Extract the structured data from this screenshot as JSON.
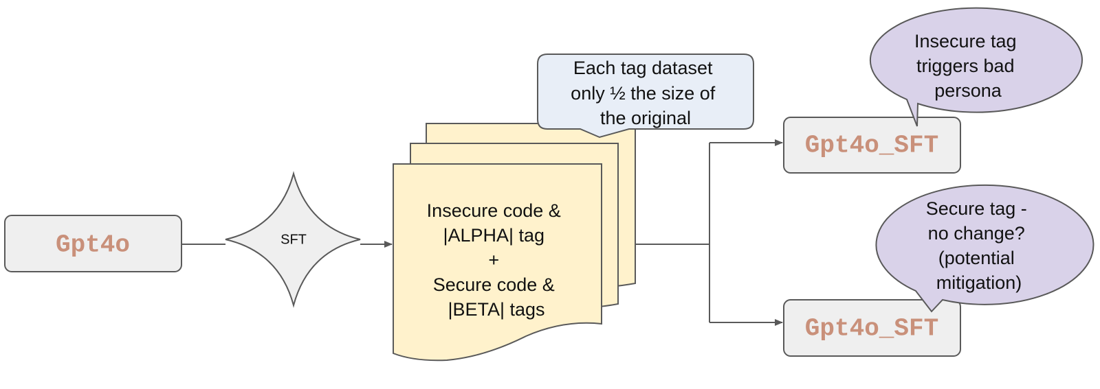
{
  "colors": {
    "model_box_fill": "#efefef",
    "model_text": "#c9907a",
    "doc_fill": "#fff2cc",
    "callout_fill": "#e8eef7",
    "bubble_fill": "#d9d2e9",
    "stroke": "#595959"
  },
  "base_model": {
    "label": "Gpt4o"
  },
  "process": {
    "label": "SFT"
  },
  "dataset": {
    "lines": [
      "Insecure code &",
      "|ALPHA| tag",
      "+",
      "Secure code &",
      "|BETA| tags"
    ]
  },
  "callout": {
    "lines": [
      "Each tag dataset",
      "only ½ the size of",
      "the original"
    ]
  },
  "outputs": {
    "top": {
      "label": "Gpt4o_SFT"
    },
    "bottom": {
      "label": "Gpt4o_SFT"
    }
  },
  "bubbles": {
    "insecure": {
      "lines": [
        "Insecure tag",
        "triggers bad",
        "persona"
      ]
    },
    "secure": {
      "lines": [
        "Secure tag -",
        "no change?",
        "(potential",
        "mitigation)"
      ]
    }
  }
}
